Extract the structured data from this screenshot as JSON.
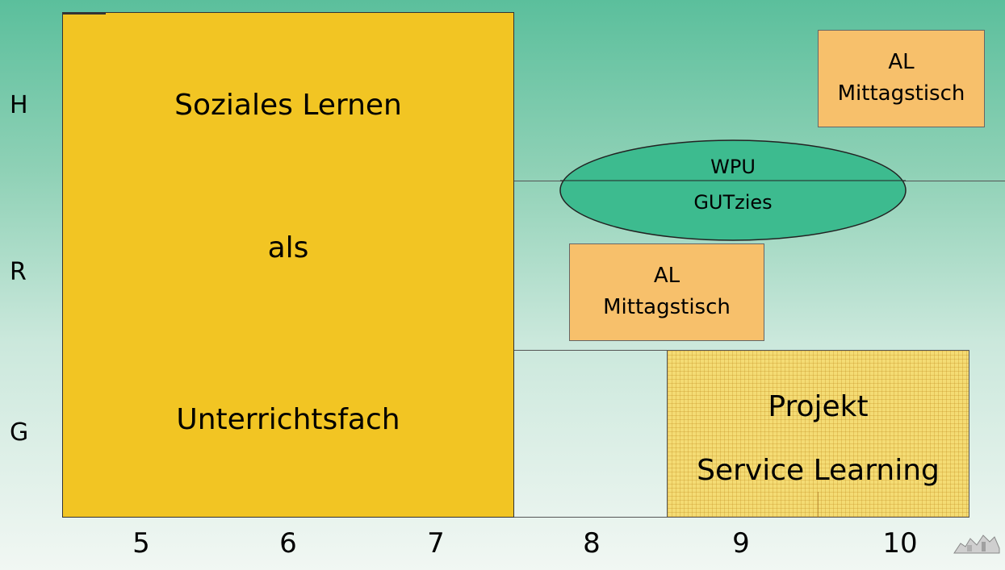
{
  "rows": [
    "H",
    "R",
    "G"
  ],
  "columns": [
    "5",
    "6",
    "7",
    "8",
    "9",
    "10"
  ],
  "main_box": {
    "line1": "Soziales Lernen",
    "line2": "als",
    "line3": "Unterrichtsfach"
  },
  "al_top": {
    "line1": "AL",
    "line2": "Mittagstisch"
  },
  "al_mid": {
    "line1": "AL",
    "line2": "Mittagstisch"
  },
  "wpu": {
    "line1": "WPU",
    "line2": "GUTzies"
  },
  "projekt": {
    "line1": "Projekt",
    "line2": "Service Learning"
  },
  "colors": {
    "yellow": "#f2c523",
    "orange": "#f7c06b",
    "ellipse": "#3dbb8f",
    "projekt": "#f4dc74"
  }
}
